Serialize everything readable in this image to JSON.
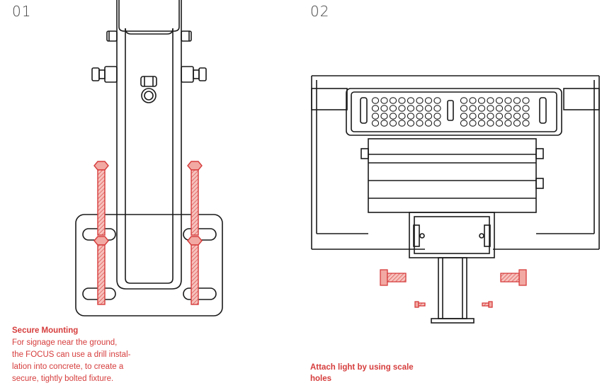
{
  "steps": [
    {
      "number": "01",
      "caption_title": "Secure Mounting",
      "caption_lines": [
        "For signage near the ground,",
        "the FOCUS can use a drill instal-",
        "lation into concrete, to create a",
        "secure, tightly bolted fixture."
      ]
    },
    {
      "number": "02",
      "caption_title": "Attach light by using scale holes"
    }
  ],
  "colors": {
    "line": "#1a1a1a",
    "accent": "#d63c3c",
    "bolt_fill": "#f2a9a3"
  }
}
